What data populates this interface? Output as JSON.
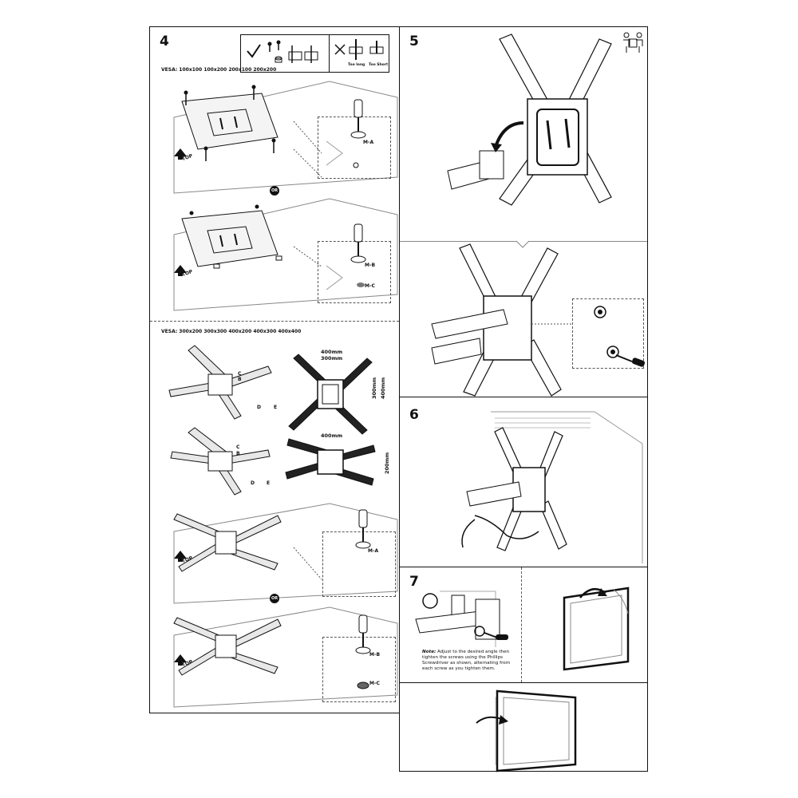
{
  "step4": {
    "number": "4",
    "vesa_small": "VESA: 100x100 100x200 200x100 200x200",
    "vesa_large": "VESA: 300x200 300x300 400x200 400x300 400x400",
    "top_label": "TOP",
    "or_label": "OR",
    "too_long": "Too long",
    "too_short": "Too Short",
    "ma": "M-A",
    "mb": "M-B",
    "mc": "M-C",
    "b": "B",
    "c": "C",
    "d": "D",
    "e": "E",
    "dim_400": "400mm",
    "dim_300": "300mm",
    "dim_300v": "300mm",
    "dim_400v": "400mm",
    "dim_400b": "400mm",
    "dim_200v": "200mm"
  },
  "step5": {
    "number": "5"
  },
  "step6": {
    "number": "6"
  },
  "step7": {
    "number": "7",
    "note_bold": "Note:",
    "note_text": "Adjust to the desired angle then tighten the screws using the Phillips Screwdriver as shown, alternating from each screw as you tighten them."
  }
}
